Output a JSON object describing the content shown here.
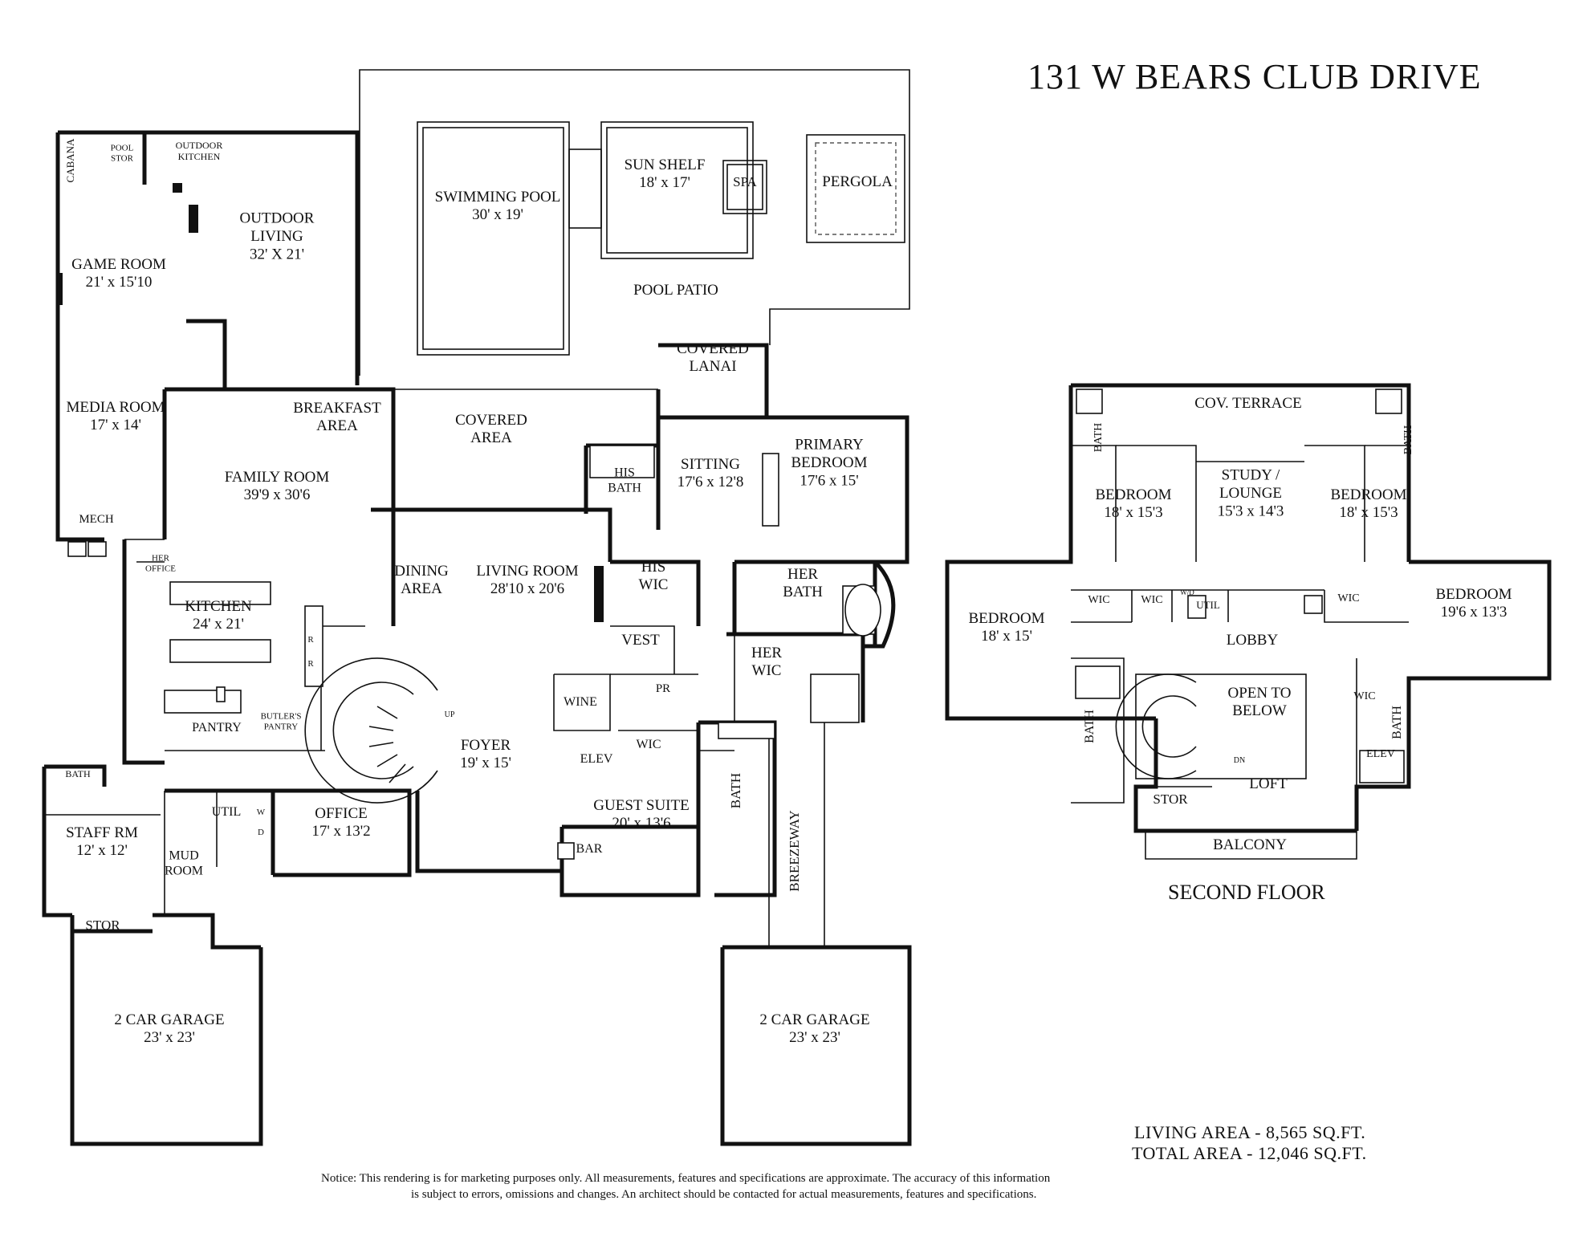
{
  "title": "131 W BEARS CLUB DRIVE",
  "first_floor": {
    "rooms": [
      {
        "name": "CABANA"
      },
      {
        "name": "POOL",
        "line2": "STOR"
      },
      {
        "name": "OUTDOOR",
        "line2": "KITCHEN"
      },
      {
        "name": "OUTDOOR",
        "line2": "LIVING",
        "dims": "32' X 21'"
      },
      {
        "name": "GAME ROOM",
        "dims": "21' x 15'10"
      },
      {
        "name": "SWIMMING POOL",
        "dims": "30' x 19'"
      },
      {
        "name": "SUN SHELF",
        "dims": "18' x 17'"
      },
      {
        "name": "SPA"
      },
      {
        "name": "PERGOLA"
      },
      {
        "name": "POOL PATIO"
      },
      {
        "name": "COVERED",
        "line2": "LANAI"
      },
      {
        "name": "MEDIA ROOM",
        "dims": "17' x 14'"
      },
      {
        "name": "BREAKFAST",
        "line2": "AREA"
      },
      {
        "name": "COVERED",
        "line2": "AREA"
      },
      {
        "name": "HIS",
        "line2": "BATH"
      },
      {
        "name": "SITTING",
        "dims": "17'6 x 12'8"
      },
      {
        "name": "PRIMARY",
        "line2": "BEDROOM",
        "dims": "17'6 x 15'"
      },
      {
        "name": "FAMILY ROOM",
        "dims": "39'9 x 30'6"
      },
      {
        "name": "MECH"
      },
      {
        "name": "HER",
        "line2": "OFFICE"
      },
      {
        "name": "KITCHEN",
        "dims": "24' x 21'"
      },
      {
        "name": "DINING",
        "line2": "AREA"
      },
      {
        "name": "LIVING ROOM",
        "dims": "28'10  x 20'6"
      },
      {
        "name": "HIS",
        "line2": "WIC"
      },
      {
        "name": "HER",
        "line2": "BATH"
      },
      {
        "name": "VEST"
      },
      {
        "name": "HER",
        "line2": "WIC"
      },
      {
        "name": "WINE"
      },
      {
        "name": "PR"
      },
      {
        "name": "PANTRY"
      },
      {
        "name": "BUTLER'S",
        "line2": "PANTRY"
      },
      {
        "name": "UP"
      },
      {
        "name": "FOYER",
        "dims": "19' x 15'"
      },
      {
        "name": "WIC"
      },
      {
        "name": "ELEV"
      },
      {
        "name": "BATH"
      },
      {
        "name": "BATH"
      },
      {
        "name": "UTIL"
      },
      {
        "name": "W"
      },
      {
        "name": "D"
      },
      {
        "name": "STAFF RM",
        "dims": "12' x 12'"
      },
      {
        "name": "MUD",
        "line2": "ROOM"
      },
      {
        "name": "OFFICE",
        "dims": "17' x 13'2"
      },
      {
        "name": "GUEST SUITE",
        "dims": "20' x 13'6"
      },
      {
        "name": "BAR"
      },
      {
        "name": "BREEZEWAY"
      },
      {
        "name": "STOR"
      },
      {
        "name": "2 CAR GARAGE",
        "dims": "23' x 23'"
      },
      {
        "name": "2 CAR GARAGE",
        "dims": "23' x 23'"
      },
      {
        "name": "R"
      },
      {
        "name": "R"
      }
    ]
  },
  "second_floor": {
    "label": "SECOND FLOOR",
    "rooms": [
      {
        "name": "COV. TERRACE"
      },
      {
        "name": "BATH"
      },
      {
        "name": "BATH"
      },
      {
        "name": "BEDROOM",
        "dims": "18' x 15'3"
      },
      {
        "name": "STUDY /",
        "line2": "LOUNGE",
        "dims": "15'3 x 14'3"
      },
      {
        "name": "BEDROOM",
        "dims": "18' x 15'3"
      },
      {
        "name": "BEDROOM",
        "dims": "19'6 x 13'3"
      },
      {
        "name": "BEDROOM",
        "dims": "18' x 15'"
      },
      {
        "name": "WIC"
      },
      {
        "name": "WIC"
      },
      {
        "name": "W/D"
      },
      {
        "name": "UTIL"
      },
      {
        "name": "WIC"
      },
      {
        "name": "LOBBY"
      },
      {
        "name": "OPEN TO",
        "line2": "BELOW"
      },
      {
        "name": "WIC"
      },
      {
        "name": "BATH"
      },
      {
        "name": "BATH"
      },
      {
        "name": "DN"
      },
      {
        "name": "ELEV"
      },
      {
        "name": "LOFT"
      },
      {
        "name": "STOR"
      },
      {
        "name": "BALCONY"
      }
    ]
  },
  "area": {
    "living": "LIVING AREA - 8,565 SQ.FT.",
    "total": "TOTAL AREA - 12,046 SQ.FT."
  },
  "notice": {
    "line1": "Notice: This rendering is for marketing purposes only. All measurements, features and specifications are approximate. The accuracy of this information",
    "line2": "is subject to errors, omissions and changes. An architect should be contacted for actual measurements, features and specifications."
  }
}
